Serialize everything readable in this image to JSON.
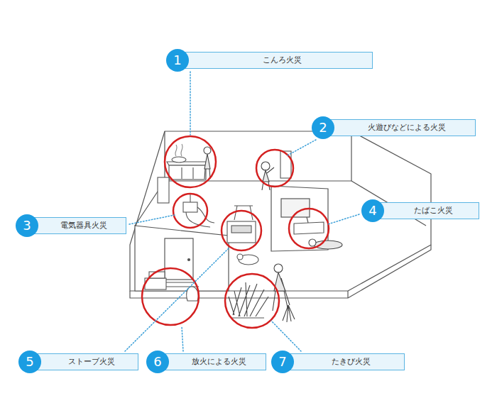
{
  "diagram": {
    "nodes": [
      {
        "text": [
          "1"
        ]
      },
      {
        "text": [
          "こんろ火災"
        ]
      },
      {
        "text": [
          "2"
        ]
      },
      {
        "text": [
          "火遊びなどによる火災"
        ]
      },
      {
        "text": [
          "3"
        ]
      },
      {
        "text": [
          "電気器具火災"
        ]
      },
      {
        "text": [
          "4"
        ]
      },
      {
        "text": [
          "たばこ火災"
        ]
      },
      {
        "text": [
          "5"
        ]
      },
      {
        "text": [
          "ストーブ火災"
        ]
      },
      {
        "text": [
          "6"
        ]
      },
      {
        "text": [
          "放火による火災"
        ]
      },
      {
        "text": [
          "7"
        ]
      },
      {
        "text": [
          "たきび火災"
        ]
      }
    ]
  }
}
